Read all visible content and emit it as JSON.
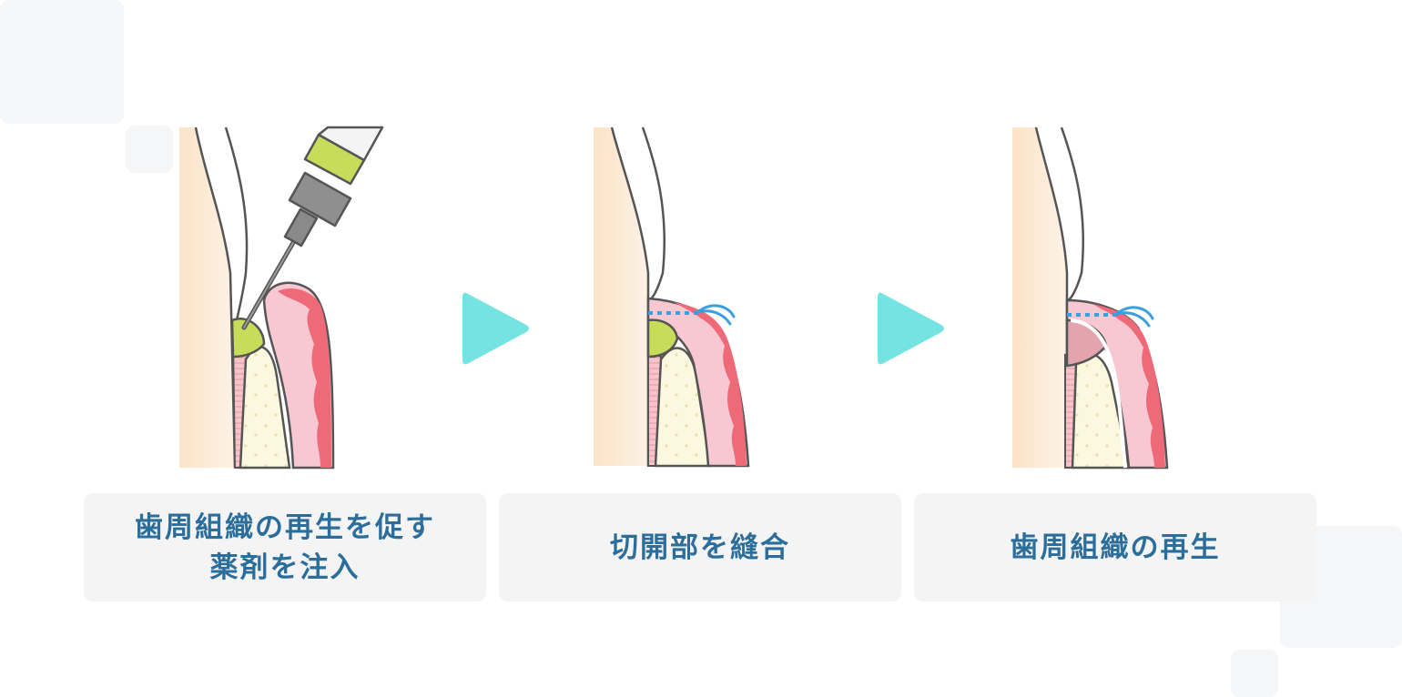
{
  "colors": {
    "caption_text": "#2c6e9b",
    "caption_bg": "#f4f4f5",
    "arrow": "#74e3e1",
    "gum": "#f7c8d2",
    "gum_edge": "#ee6a78",
    "bone": "#fbf8df",
    "tooth_root": "#fbe6cf",
    "drug": "#c6dc5a",
    "regenerated_tissue": "#e4a4ae",
    "suture": "#3a9fe0",
    "outline": "#555555"
  },
  "steps": [
    {
      "line1": "歯周組織の再生を促す",
      "line2": "薬剤を注入"
    },
    {
      "line1": "切開部を縫合",
      "line2": ""
    },
    {
      "line1": "歯周組織の再生",
      "line2": ""
    }
  ],
  "icons": [
    "syringe-icon",
    "arrow-right-icon",
    "suture-icon"
  ]
}
